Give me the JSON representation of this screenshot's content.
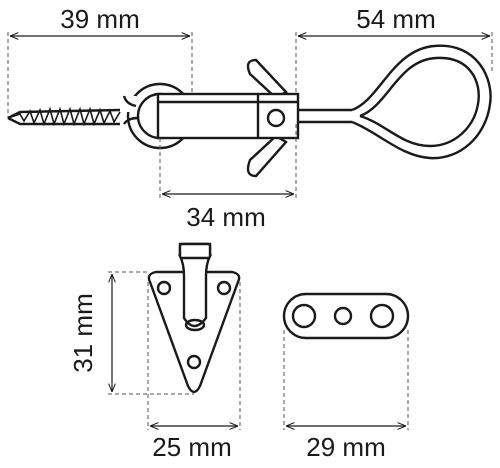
{
  "dimensions": {
    "hook_length": "39 mm",
    "eye_length": "54 mm",
    "latch_body": "34 mm",
    "plate_height": "31 mm",
    "plate_width": "25 mm",
    "bar_width": "29 mm"
  },
  "colors": {
    "stroke": "#1a1a1a",
    "guide": "#555555",
    "background": "#ffffff"
  },
  "icons": {
    "screw_hook": "screw-hook-drawing",
    "eye_loop": "teardrop-eye-drawing",
    "triangle_plate": "triangle-keeper-plate-drawing",
    "slotted_bar": "three-hole-bar-drawing"
  }
}
